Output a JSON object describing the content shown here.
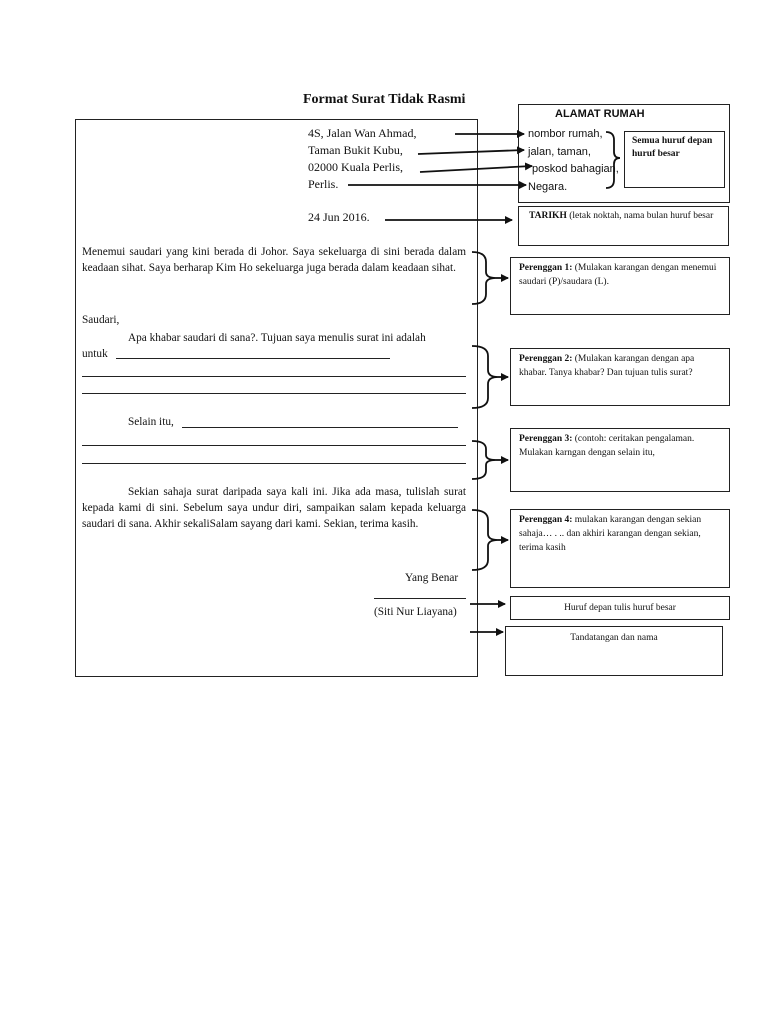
{
  "title": "Format Surat Tidak Rasmi",
  "address_lines": [
    "4S, Jalan Wan Ahmad,",
    "Taman Bukit Kubu,",
    "02000 Kuala Perlis,",
    "Perlis."
  ],
  "date": "24 Jun 2016.",
  "paragraph1": "Menemui saudari yang kini berada di Johor. Saya sekeluarga di sini berada dalam keadaan sihat. Saya berharap Kim Ho sekeluarga juga berada dalam keadaan sihat.",
  "salutation": "Saudari,",
  "paragraph2_line1": "Apa khabar saudari di sana?. Tujuan saya menulis surat ini adalah",
  "paragraph2_word": "untuk",
  "paragraph3_start": "Selain itu,",
  "paragraph4": "Sekian sahaja surat daripada saya kali ini. Jika ada masa, tulislah surat kepada kami di sini. Sebelum saya undur diri, sampaikan salam kepada keluarga saudari di sana. Akhir sekaliSalam sayang dari kami. Sekian, terima kasih.",
  "closing": "Yang Benar",
  "signature_name": "(Siti Nur Liayana)",
  "annotations": {
    "address_box_title": "ALAMAT RUMAH",
    "address_parts": [
      "nombor rumah,",
      "jalan, taman,",
      "poskod bahagian,",
      "Negara."
    ],
    "capital_note": "Semua huruf depan huruf besar",
    "date_note_bold": "TARIKH",
    "date_note_rest": " (letak noktah, nama bulan huruf besar",
    "p1_bold": "Perenggan 1:",
    "p1_rest": " (Mulakan karangan dengan menemui saudari (P)/saudara (L).",
    "p2_bold": "Perenggan 2:",
    "p2_rest": " (Mulakan karangan dengan apa khabar. Tanya khabar? Dan tujuan tulis surat?",
    "p3_bold": "Perenggan 3:",
    "p3_rest": " (contoh: ceritakan pengalaman. Mulakan karngan dengan selain itu,",
    "p4_bold": "Perenggan 4:",
    "p4_rest": " mulakan karangan dengan sekian sahaja… . .. dan akhiri karangan dengan sekian, terima kasih",
    "closing_note": "Huruf depan tulis huruf besar",
    "signature_note": "Tandatangan dan nama"
  }
}
